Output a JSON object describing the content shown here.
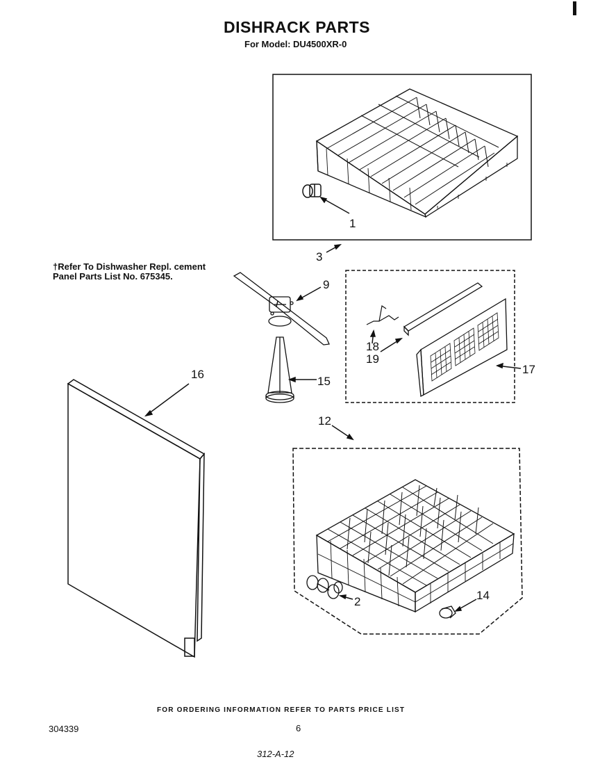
{
  "header": {
    "title": "DISHRACK PARTS",
    "model": "For Model: DU4500XR-0"
  },
  "note": {
    "line1": "†Refer To Dishwasher Repl. cement",
    "line2": "Panel Parts List No. 675345."
  },
  "callouts": {
    "c1": "1",
    "c2": "2",
    "c3": "3",
    "c9": "9",
    "c12": "12",
    "c14": "14",
    "c15": "15",
    "c16": "16",
    "c17": "17",
    "c18": "18",
    "c19": "19"
  },
  "footer": {
    "ordering": "FOR ORDERING INFORMATION REFER TO PARTS PRICE LIST",
    "doc_number": "304339",
    "page_number": "6",
    "handwritten": "312-A-12"
  }
}
